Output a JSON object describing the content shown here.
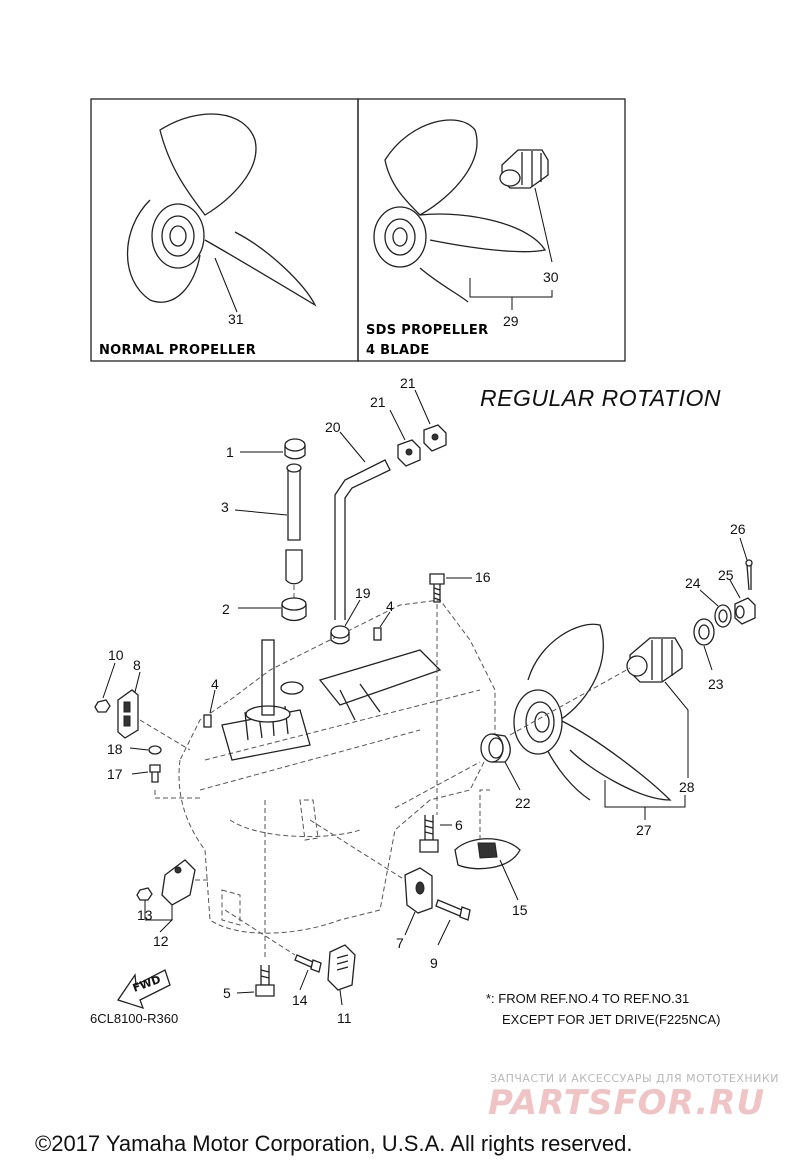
{
  "inset_boxes": {
    "normal": {
      "label": "NORMAL PROPELLER",
      "ref": "31"
    },
    "sds": {
      "label_line1": "SDS PROPELLER",
      "label_line2": "4 BLADE",
      "refs": [
        "29",
        "30"
      ]
    }
  },
  "title": "REGULAR ROTATION",
  "callouts": {
    "c1": "1",
    "c2": "2",
    "c3": "3",
    "c4a": "4",
    "c4b": "4",
    "c5": "5",
    "c6": "6",
    "c7": "7",
    "c8": "8",
    "c9": "9",
    "c10": "10",
    "c11": "11",
    "c12": "12",
    "c13": "13",
    "c14": "14",
    "c15": "15",
    "c16": "16",
    "c17": "17",
    "c18": "18",
    "c19": "19",
    "c20": "20",
    "c21a": "21",
    "c21b": "21",
    "c22": "22",
    "c23": "23",
    "c24": "24",
    "c25": "25",
    "c26": "26",
    "c27": "27",
    "c28": "28"
  },
  "fwd_label": "FWD",
  "diagram_code": "6CL8100-R360",
  "note": {
    "line1": "*: FROM REF.NO.4 TO REF.NO.31",
    "line2": "EXCEPT FOR JET DRIVE(F225NCA)"
  },
  "watermark": {
    "tagline": "ЗАПЧАСТИ И АКСЕССУАРЫ ДЛЯ МОТОТЕХНИКИ",
    "logo": "PARTSFOR.RU"
  },
  "copyright": "©2017 Yamaha Motor Corporation, U.S.A. All rights reserved."
}
